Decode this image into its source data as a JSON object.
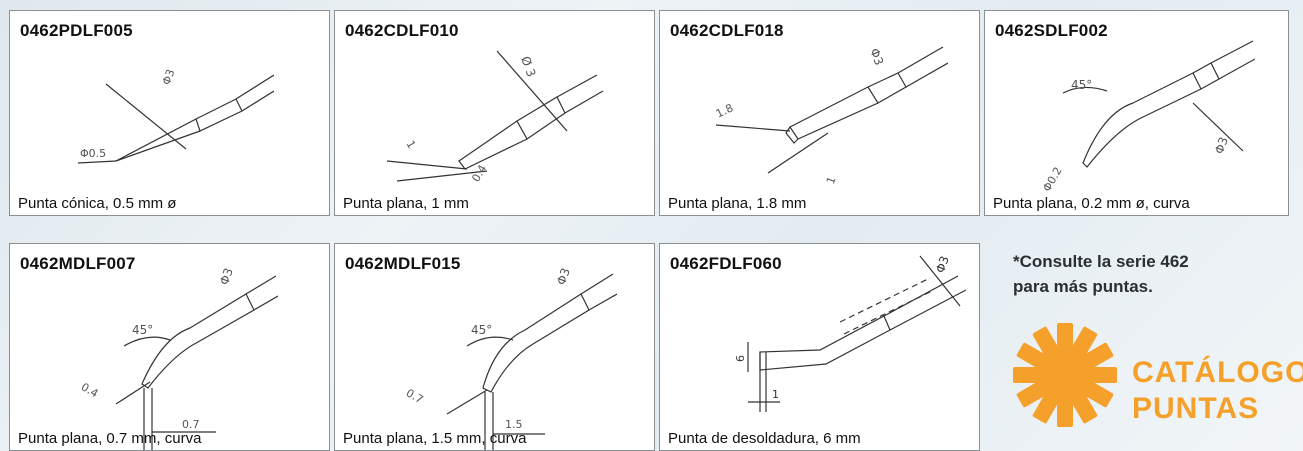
{
  "tips_row1": [
    {
      "code": "0462PDLF005",
      "caption": "Punta cónica, 0.5 mm ø",
      "labels": {
        "d": "Φ3",
        "tip": "Φ0.5"
      }
    },
    {
      "code": "0462CDLF010",
      "caption": "Punta plana, 1 mm",
      "labels": {
        "d": "Ø 3",
        "w": "1",
        "t": "0.4"
      }
    },
    {
      "code": "0462CDLF018",
      "caption": "Punta plana, 1.8 mm",
      "labels": {
        "d": "Φ3",
        "w": "1.8",
        "t": "1"
      }
    },
    {
      "code": "0462SDLF002",
      "caption": "Punta plana, 0.2 mm ø, curva",
      "labels": {
        "d": "Φ3",
        "angle": "45°",
        "tip": "Φ0.2"
      }
    }
  ],
  "tips_row2": [
    {
      "code": "0462MDLF007",
      "caption": "Punta plana, 0.7 mm, curva",
      "labels": {
        "d": "Φ3",
        "angle": "45°",
        "a": "0.4",
        "w": "0.7"
      }
    },
    {
      "code": "0462MDLF015",
      "caption": "Punta plana, 1.5 mm, curva",
      "labels": {
        "d": "Φ3",
        "angle": "45°",
        "a": "0.7",
        "w": "1.5"
      }
    },
    {
      "code": "0462FDLF060",
      "caption": "Punta de desoldadura, 6 mm",
      "labels": {
        "d": "Φ3",
        "h": "6",
        "w": "1"
      }
    }
  ],
  "note": {
    "line1": "*Consulte la serie 462",
    "line2": "para más puntas."
  },
  "catalog": {
    "line1": "CATÁLOGO",
    "line2": "PUNTAS",
    "color": "#f5a02a"
  }
}
